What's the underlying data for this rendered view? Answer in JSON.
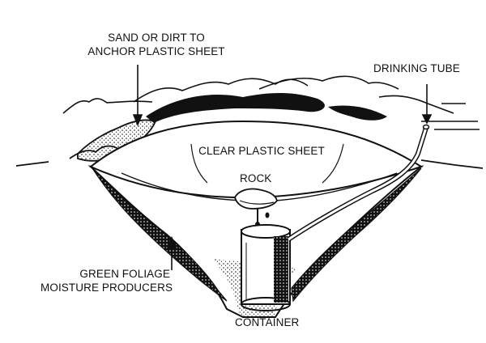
{
  "colors": {
    "ink": "#111111",
    "paper": "#ffffff"
  },
  "labels": {
    "sand_line1": "SAND OR DIRT TO",
    "sand_line2": "ANCHOR PLASTIC SHEET",
    "drinking_tube": "DRINKING TUBE",
    "clear_plastic_sheet": "CLEAR PLASTIC SHEET",
    "rock": "ROCK",
    "foliage_line1": "GREEN FOLIAGE",
    "foliage_line2": "MOISTURE PRODUCERS",
    "container": "CONTAINER"
  }
}
